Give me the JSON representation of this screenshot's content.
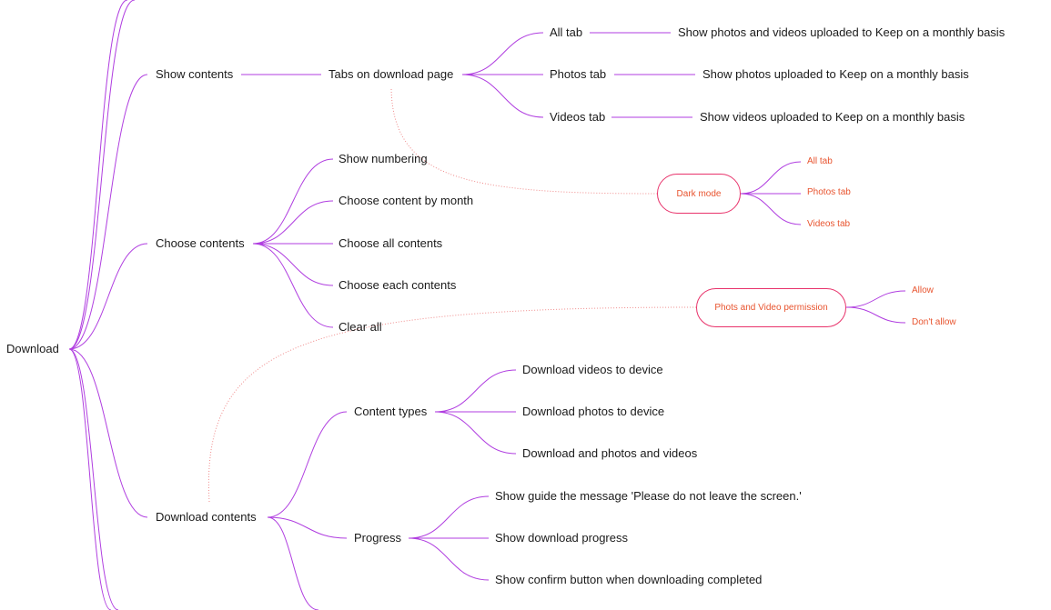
{
  "colors": {
    "branch": "#b03ee0",
    "annotation": "#e8542f",
    "annotation_border": "#e8336b",
    "dotted": "#f08a8a",
    "text": "#1a1a1a"
  },
  "root": {
    "label": "Download"
  },
  "sections": {
    "show_contents": {
      "label": "Show contents",
      "tabs": {
        "label": "Tabs on download page",
        "items": [
          {
            "label": "All tab",
            "detail": "Show photos and videos uploaded to Keep on a monthly basis"
          },
          {
            "label": "Photos tab",
            "detail": "Show photos uploaded to Keep on a monthly basis"
          },
          {
            "label": "Videos tab",
            "detail": "Show videos uploaded to Keep on a monthly basis"
          }
        ]
      }
    },
    "choose_contents": {
      "label": "Choose contents",
      "items": [
        "Show numbering",
        "Choose content by month",
        "Choose all contents",
        "Choose each contents",
        "Clear all"
      ]
    },
    "download_contents": {
      "label": "Download contents",
      "content_types": {
        "label": "Content types",
        "items": [
          "Download videos to device",
          "Download photos to device",
          "Download and photos and videos"
        ]
      },
      "progress": {
        "label": "Progress",
        "items": [
          "Show guide the message 'Please do not leave the screen.'",
          "Show download progress",
          "Show confirm button when downloading completed"
        ]
      }
    }
  },
  "annotations": {
    "dark_mode": {
      "label": "Dark mode",
      "items": [
        "All tab",
        "Photos tab",
        "Videos tab"
      ]
    },
    "permission": {
      "label": "Phots and Video permission",
      "items": [
        "Allow",
        "Don't allow"
      ]
    }
  }
}
